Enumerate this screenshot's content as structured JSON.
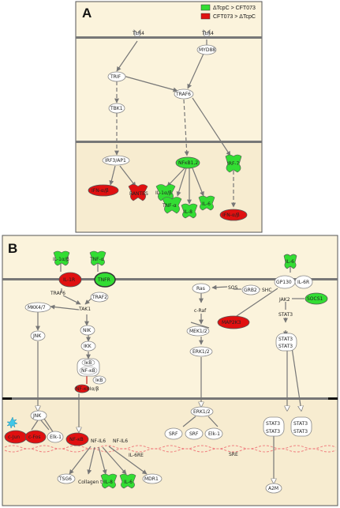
{
  "legend": {
    "green_label": "ΔTcpC > CFT073",
    "red_label": "CFT073 > ΔTcpC",
    "green_color": "#33dd33",
    "red_color": "#e01010"
  },
  "panelA": {
    "letter": "A",
    "nodes": {
      "tlr4_a": "TLR4",
      "tlr4_b": "TLR4",
      "myd88": "MYD88",
      "trif": "TRIF",
      "traf6": "TRAF6",
      "tbk1": "TBK1",
      "irf3": "IRF3/AP1",
      "nfkb12": "NFκB1,2",
      "irf7": "IRF-7",
      "ifnab_1": "IFN-α/β",
      "rantes": "RANTES",
      "il1ab": "IL-1α/β",
      "tnfa": "TNF-α",
      "il8": "IL-8",
      "il6": "IL-6",
      "ifnab_2": "IFN-α/β"
    }
  },
  "panelB": {
    "letter": "B",
    "nodes": {
      "il1ab": "IL-1α/β",
      "tnfa": "TNF-α",
      "il1r": "IL-1R",
      "tnfr": "TNFR",
      "traf6": "TRAF6",
      "traf2": "TRAF2",
      "mkk47": "MKK4/7",
      "tak1": "TAK1",
      "nik": "NIK",
      "jnk": "JNK",
      "ikk": "IKK",
      "ikb": "IκB",
      "nfkb": "NF-κB",
      "ikb2": "IκB",
      "nfkbia": "NF-κBIα/β",
      "ras": "Ras",
      "sos": "SOS",
      "grb2": "GRB2",
      "shc": "SHC",
      "craf": "c-Raf",
      "map2k3": "MAP2K3",
      "mek12": "MEK1/2",
      "erk12": "ERK1/2",
      "il6": "IL-6",
      "gp130": "GP130",
      "il6r": "IL-6R",
      "jak2": "JAK2",
      "socs1": "SOCS1",
      "stat3_a": "STAT3",
      "stat3_b": "STAT3",
      "stat3_c": "STAT3",
      "jnk_n": "JNK",
      "cjun": "c-Jun",
      "cfos": "c-Fos",
      "elk1": "Elk-1",
      "nfkb_n": "NF-κB",
      "nfil6_a": "NF-IL6",
      "nfil6_b": "NF-IL6",
      "ilre": "IL-6RE",
      "erk12_n": "ERK1/2",
      "srf_a": "SRF",
      "srf_b": "SRF",
      "elk1_b": "Elk-1",
      "sre": "SRE",
      "stat3_n1": "STAT3",
      "stat3_n2": "STAT3",
      "stat3_n3": "STAT3",
      "stat3_n4": "STAT3",
      "tsg6": "TSG6",
      "collagen": "Collagen type I",
      "il8": "IL-8",
      "il6_out": "IL-6",
      "mdr1": "MDR1",
      "a2m": "A2M"
    }
  }
}
